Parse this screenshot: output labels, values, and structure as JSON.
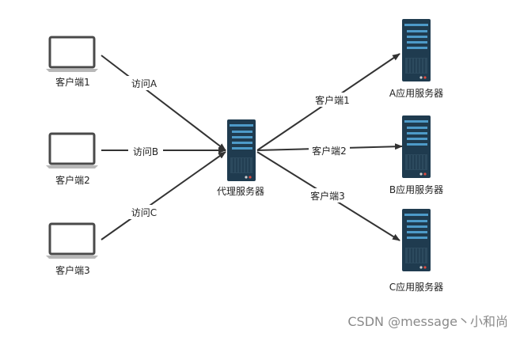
{
  "clients": [
    {
      "label": "客户端1"
    },
    {
      "label": "客户端2"
    },
    {
      "label": "客户端3"
    }
  ],
  "proxy": {
    "label": "代理服务器"
  },
  "app_servers": [
    {
      "label": "A应用服务器"
    },
    {
      "label": "B应用服务器"
    },
    {
      "label": "C应用服务器"
    }
  ],
  "incoming_edges": [
    {
      "label": "访问A"
    },
    {
      "label": "访问B"
    },
    {
      "label": "访问C"
    }
  ],
  "outgoing_edges": [
    {
      "label": "客户端1"
    },
    {
      "label": "客户端2"
    },
    {
      "label": "客户端3"
    }
  ],
  "watermark": "CSDN @message丶小和尚",
  "colors": {
    "server_body": "#1f3b4f",
    "server_stripe": "#4d9ac8",
    "laptop_frame": "#4a4a4a",
    "arrow": "#333333"
  }
}
